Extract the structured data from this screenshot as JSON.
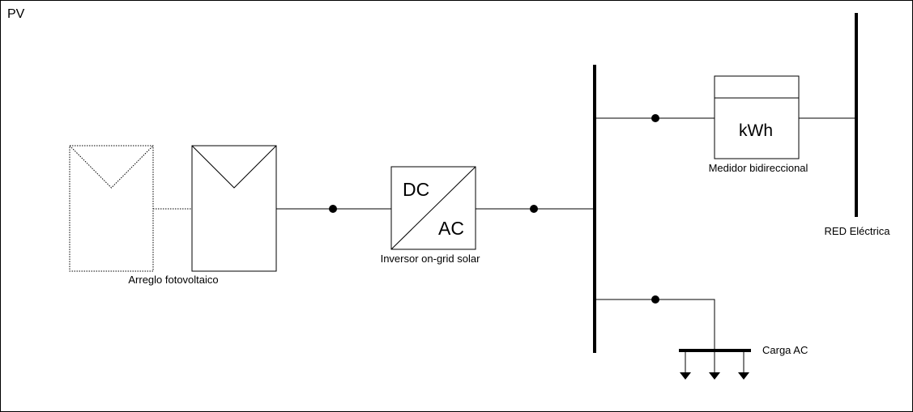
{
  "frame_title": "PV",
  "pv_array": {
    "label": "Arreglo fotovoltaico"
  },
  "inverter": {
    "dc_text": "DC",
    "ac_text": "AC",
    "label": "Inversor on-grid solar"
  },
  "meter": {
    "text": "kWh",
    "label": "Medidor bidireccional"
  },
  "grid": {
    "label": "RED Eléctrica"
  },
  "load": {
    "label": "Carga AC"
  },
  "colors": {
    "line": "#000000",
    "background": "#ffffff"
  }
}
